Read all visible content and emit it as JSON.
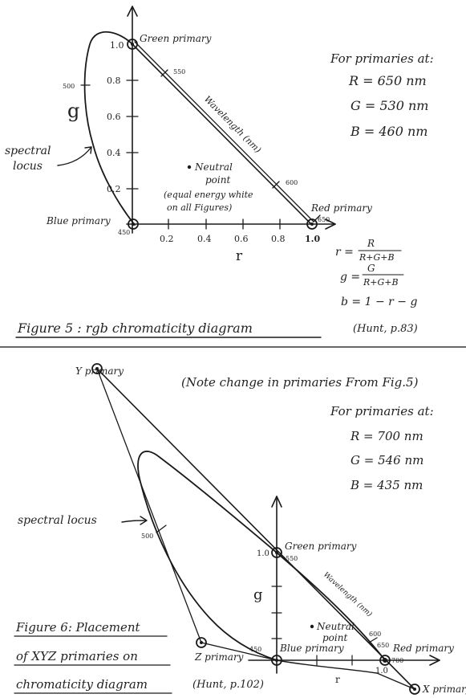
{
  "figure5": {
    "caption": "Figure 5 : rgb chromaticity diagram",
    "citation": "(Hunt, p.83)",
    "axis_x_label": "r",
    "axis_y_label": "g",
    "x_ticks": [
      "0.2",
      "0.4",
      "0.6",
      "0.8",
      "1.0"
    ],
    "y_ticks": [
      "1.0",
      "0.8",
      "0.6",
      "0.4",
      "0.2"
    ],
    "green_primary": "Green primary",
    "red_primary": "Red primary",
    "blue_primary": "Blue primary",
    "wavelength_label": "Wavelength (nm)",
    "wl_550": "550",
    "wl_600": "600",
    "wl_650": "650",
    "wl_500": "500",
    "wl_450": "450",
    "spectral_locus": "spectral locus",
    "neutral_point": "Neutral point",
    "neutral_note_1": "(equal energy white",
    "neutral_note_2": "on all Figures)",
    "primaries_heading": "For primaries at:",
    "primaries": [
      "R = 650 nm",
      "G = 530 nm",
      "B = 460 nm"
    ],
    "formula_r": "r =",
    "formula_r_num": "R",
    "formula_r_den": "R+G+B",
    "formula_g": "g =",
    "formula_g_num": "G",
    "formula_g_den": "R+G+B",
    "formula_b": "b = 1 − r − g"
  },
  "figure6": {
    "note": "(Note change in primaries From Fig.5)",
    "primaries_heading": "For primaries at:",
    "primaries": [
      "R = 700 nm",
      "G = 546 nm",
      "B = 435 nm"
    ],
    "y_primary": "Y primary",
    "z_primary": "Z primary",
    "x_primary": "X primary",
    "green_primary": "Green primary",
    "blue_primary": "Blue primary",
    "red_primary": "Red primary",
    "spectral_locus": "spectral locus",
    "wl_500": "500",
    "wl_550": "550",
    "wl_450": "450",
    "wl_600": "600",
    "wl_650": "650",
    "wl_700": "700",
    "wavelength_label": "Wavelength (nm)",
    "tick_g_1": "1.0",
    "tick_r_1": "1.0",
    "axis_y_label": "g",
    "axis_x_label": "r",
    "neutral_point": "Neutral point",
    "caption_lines": [
      "Figure 6: Placement",
      "of XYZ primaries on",
      "chromaticity diagram"
    ],
    "citation": "(Hunt, p.102)"
  }
}
